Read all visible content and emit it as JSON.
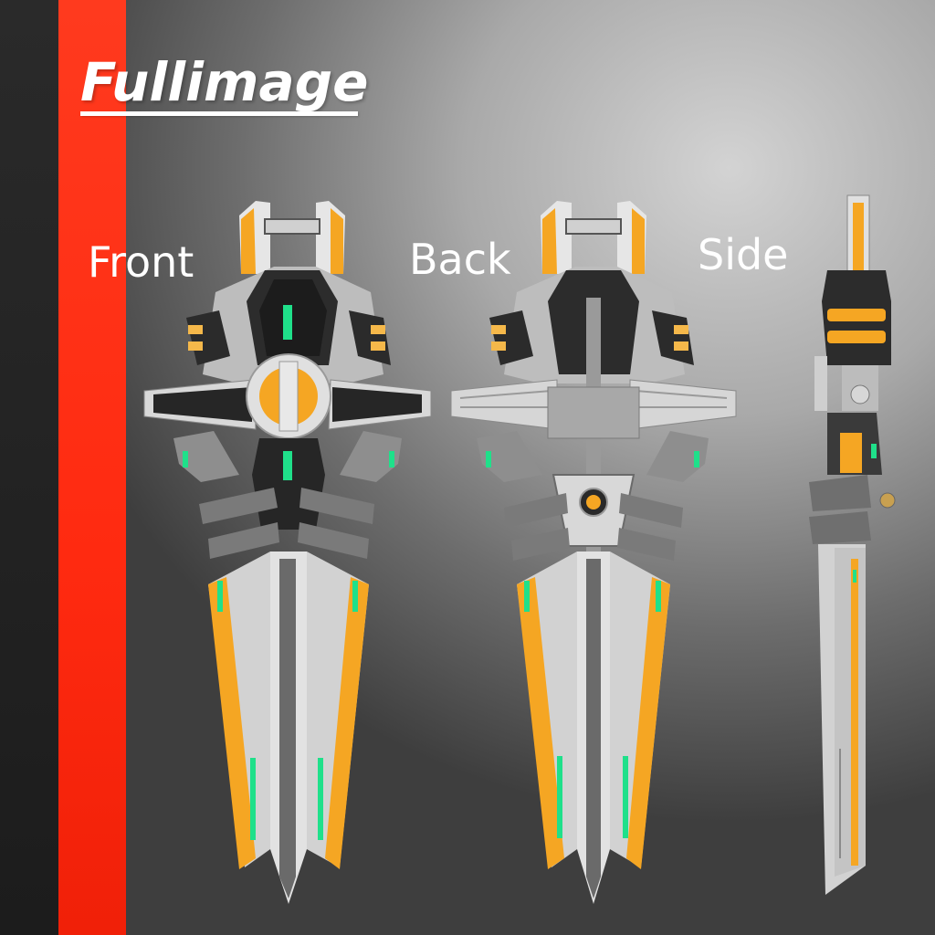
{
  "title": "Fullimage",
  "views": {
    "front": "Front",
    "back": "Back",
    "side": "Side"
  },
  "colors": {
    "accent_red": "#ff2a10",
    "armor_white": "#d9d9d9",
    "trim_orange": "#f5a623",
    "light_green": "#1fe08a",
    "dark_plate": "#2b2b2b"
  }
}
